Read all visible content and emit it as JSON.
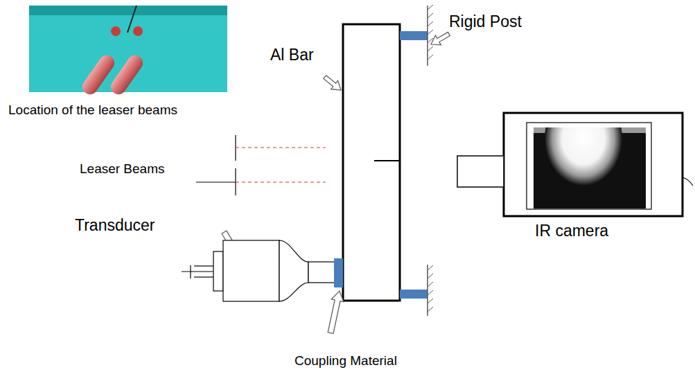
{
  "diagram": {
    "labels": [
      "Location of the leaser beams",
      "Al Bar",
      "Rigid Post",
      "Leaser Beams",
      "Transducer",
      "IR camera",
      "Coupling Material"
    ]
  }
}
